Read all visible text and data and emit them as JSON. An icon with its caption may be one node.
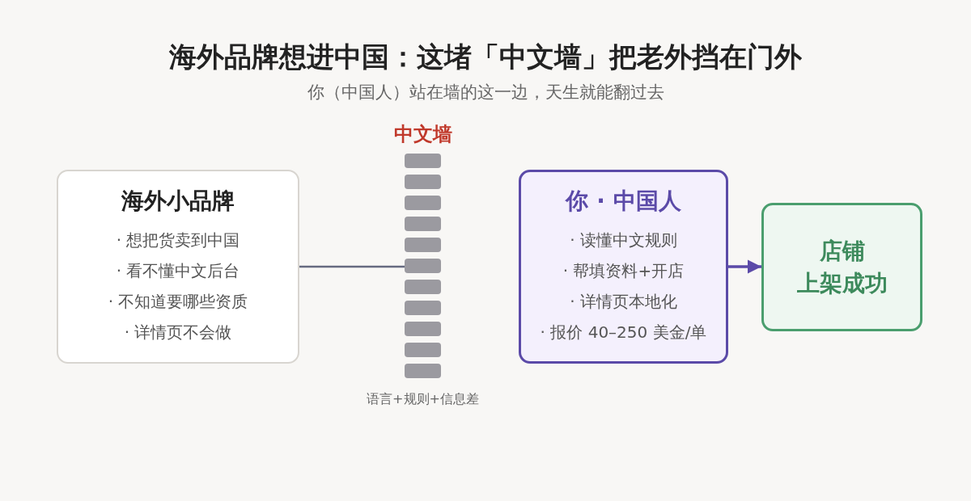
{
  "diagram": {
    "title": "海外品牌想进中国：这堵「中文墙」把老外挡在门外",
    "nodes": [
      {
        "text": [
          "海外小品牌",
          "· 想把货卖到中国",
          "· 看不懂中文后台",
          "· 不知道要哪些资质",
          "· 详情页不会做"
        ]
      },
      {
        "text": [
          "中文墙"
        ],
        "beside": [
          "语言+规则+信息差"
        ]
      },
      {
        "text": [
          "你 · 中国人",
          "· 读懂中文规则",
          "· 帮填资料+开店",
          "· 详情页本地化",
          "· 报价 40–250 美金/单"
        ]
      },
      {
        "text": [
          "店铺",
          "上架成功"
        ]
      }
    ],
    "edges": [
      {
        "from": 0,
        "to": 1,
        "arrow": "none"
      },
      {
        "from": 2,
        "to": 3,
        "arrow": "to"
      }
    ],
    "labels": [
      "你（中国人）站在墙的这一边，天生就能翻过去"
    ]
  }
}
